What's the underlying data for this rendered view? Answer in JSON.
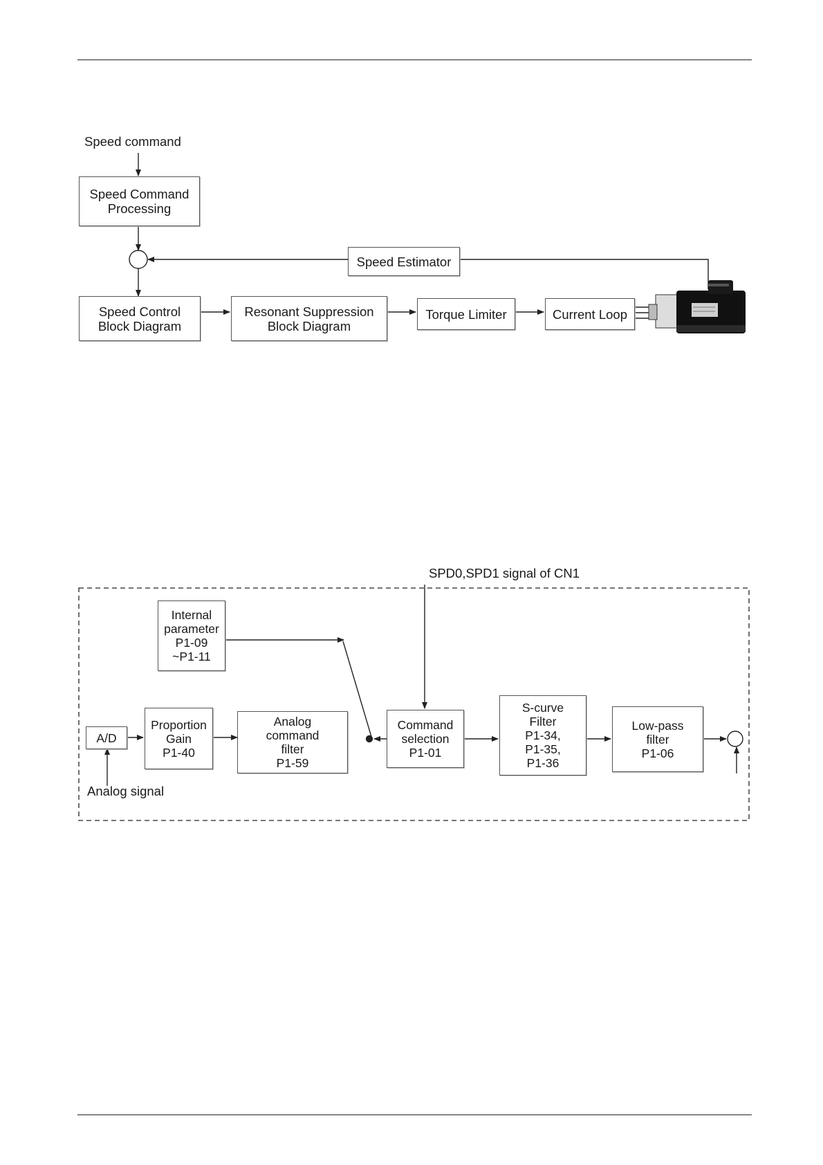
{
  "diagram1": {
    "speed_command": "Speed command",
    "speed_command_processing": "Speed Command\nProcessing",
    "speed_estimator": "Speed Estimator",
    "speed_control_block": "Speed Control\nBlock Diagram",
    "resonant_suppression_block": "Resonant Suppression\nBlock Diagram",
    "torque_limiter": "Torque Limiter",
    "current_loop": "Current Loop"
  },
  "diagram2": {
    "spd_signal": "SPD0,SPD1 signal of CN1",
    "internal_parameter": "Internal\nparameter\nP1-09\n~P1-11",
    "ad": "A/D",
    "analog_signal": "Analog signal",
    "proportion_gain": "Proportion\nGain\nP1-40",
    "analog_command_filter": "Analog\ncommand\nfilter\nP1-59",
    "command_selection": "Command\nselection\nP1-01",
    "s_curve_filter": "S-curve\nFilter\nP1-34,\nP1-35,\nP1-36",
    "low_pass_filter": "Low-pass\nfilter\nP1-06"
  },
  "colors": {
    "line": "#222222",
    "box_border": "#555555",
    "motor": "#111111"
  }
}
